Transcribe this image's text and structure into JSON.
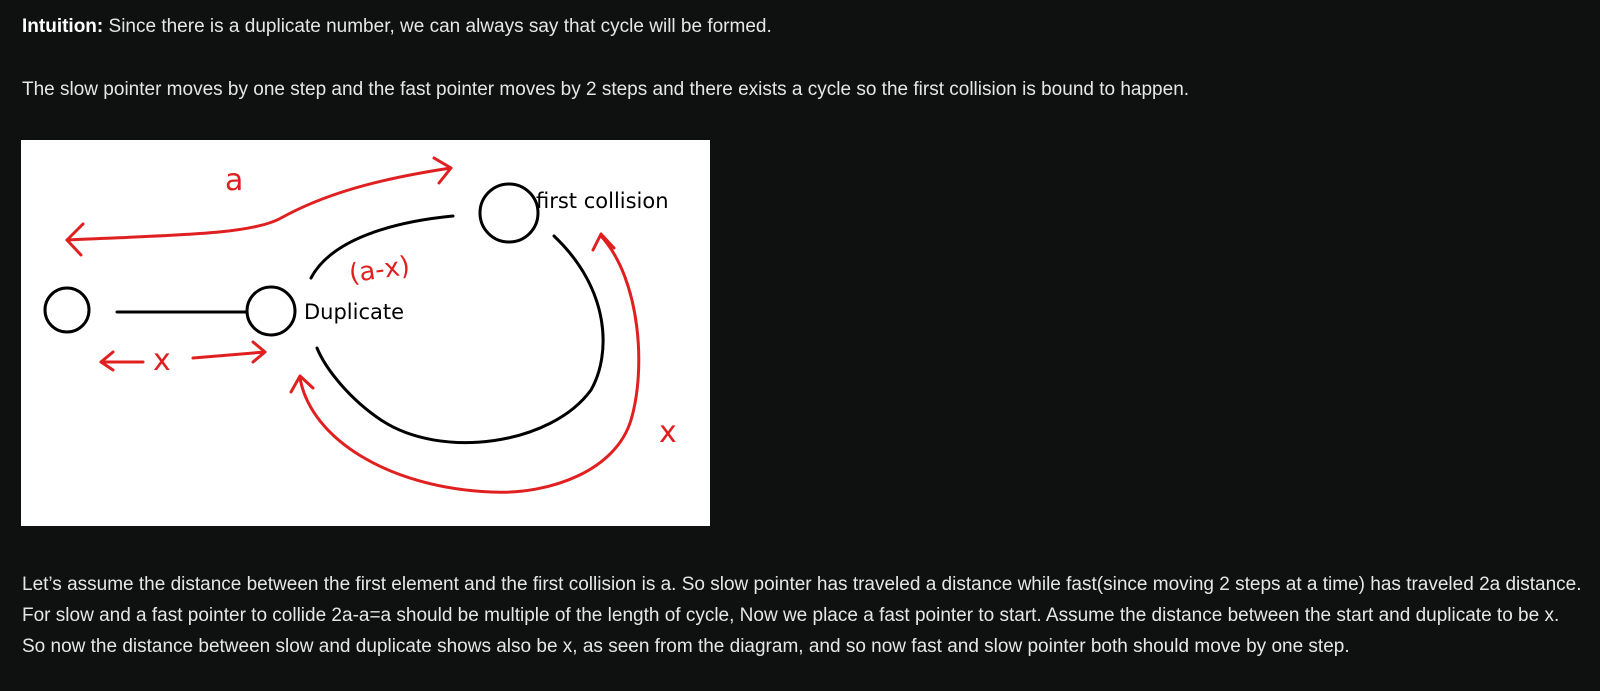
{
  "intuition": {
    "label": "Intuition:",
    "text": " Since there is a duplicate number, we can always say that cycle will be formed."
  },
  "paragraph_2": "The slow pointer moves by one step and the fast pointer moves by 2 steps and there exists a cycle so the first collision is bound to happen.",
  "diagram": {
    "label_a": "a",
    "label_first_collision": "first collision",
    "label_a_minus_x": "(a-x)",
    "label_duplicate": "Duplicate",
    "label_x_bottom": "x",
    "label_x_right": "x",
    "colors": {
      "ink": "#000000",
      "annotation": "#e02020",
      "background": "#ffffff"
    }
  },
  "paragraph_3": "Let’s assume the distance between the first element and the first collision is a. So slow pointer has traveled a distance while fast(since moving 2 steps at a time) has traveled 2a distance. For slow and a fast pointer to collide 2a-a=a should be multiple of the length of cycle, Now we place a fast pointer to start. Assume the distance between the start and duplicate to be x. So now the distance between slow and duplicate shows also be x, as seen from the diagram, and so now fast and slow pointer both should move by one step."
}
